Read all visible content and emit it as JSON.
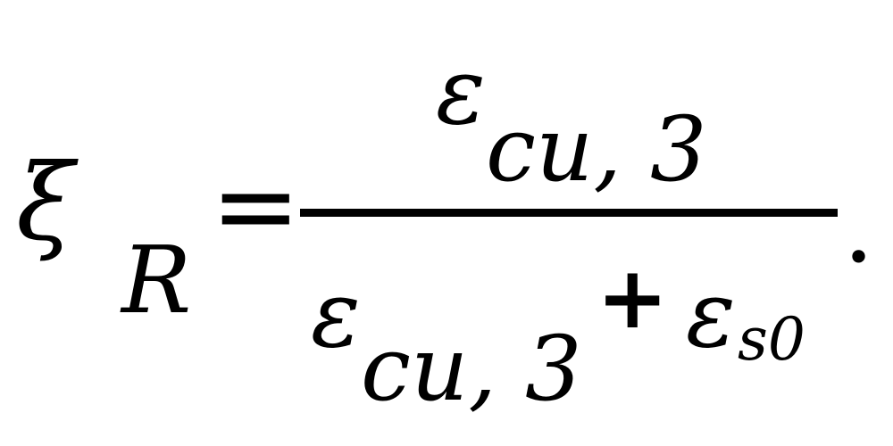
{
  "formula": {
    "lhs": {
      "symbol": "ξ",
      "subscript": "R"
    },
    "equals": "=",
    "numerator": {
      "symbol": "ε",
      "subscript": "cu, 3"
    },
    "denominator": {
      "term1": {
        "symbol": "ε",
        "subscript": "cu, 3"
      },
      "operator": "+",
      "term2": {
        "symbol": "ε",
        "subscript": "s0"
      }
    },
    "terminator": "."
  }
}
